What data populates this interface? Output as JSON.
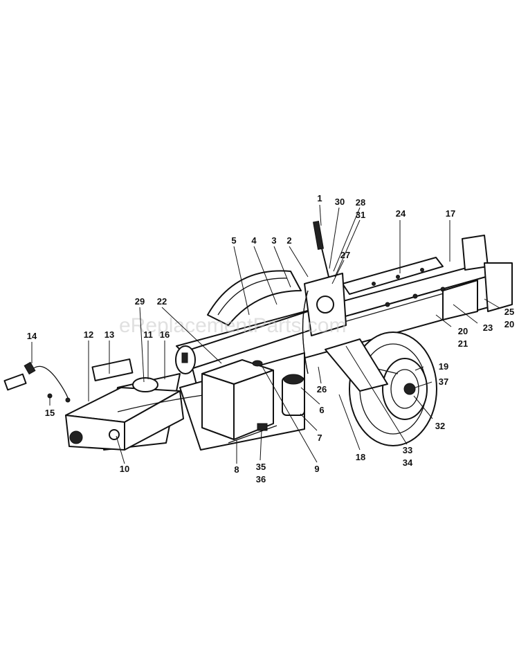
{
  "watermark": "eReplacementParts.com",
  "callouts": [
    {
      "id": "c1",
      "text": "1"
    },
    {
      "id": "c30",
      "text": "30"
    },
    {
      "id": "c28",
      "text": "28"
    },
    {
      "id": "c31",
      "text": "31"
    },
    {
      "id": "c24",
      "text": "24"
    },
    {
      "id": "c17",
      "text": "17"
    },
    {
      "id": "c27",
      "text": "27"
    },
    {
      "id": "c5",
      "text": "5"
    },
    {
      "id": "c4",
      "text": "4"
    },
    {
      "id": "c3",
      "text": "3"
    },
    {
      "id": "c2",
      "text": "2"
    },
    {
      "id": "c29",
      "text": "29"
    },
    {
      "id": "c22",
      "text": "22"
    },
    {
      "id": "c25",
      "text": "25"
    },
    {
      "id": "c20a",
      "text": "20"
    },
    {
      "id": "c23",
      "text": "23"
    },
    {
      "id": "c20b",
      "text": "20"
    },
    {
      "id": "c21",
      "text": "21"
    },
    {
      "id": "c14",
      "text": "14"
    },
    {
      "id": "c12",
      "text": "12"
    },
    {
      "id": "c13",
      "text": "13"
    },
    {
      "id": "c11",
      "text": "11"
    },
    {
      "id": "c16",
      "text": "16"
    },
    {
      "id": "c19",
      "text": "19"
    },
    {
      "id": "c37",
      "text": "37"
    },
    {
      "id": "c15",
      "text": "15"
    },
    {
      "id": "c26",
      "text": "26"
    },
    {
      "id": "c6",
      "text": "6"
    },
    {
      "id": "c32",
      "text": "32"
    },
    {
      "id": "c7",
      "text": "7"
    },
    {
      "id": "c10",
      "text": "10"
    },
    {
      "id": "c18",
      "text": "18"
    },
    {
      "id": "c33",
      "text": "33"
    },
    {
      "id": "c34",
      "text": "34"
    },
    {
      "id": "c8",
      "text": "8"
    },
    {
      "id": "c9",
      "text": "9"
    },
    {
      "id": "c35",
      "text": "35"
    },
    {
      "id": "c36",
      "text": "36"
    }
  ]
}
